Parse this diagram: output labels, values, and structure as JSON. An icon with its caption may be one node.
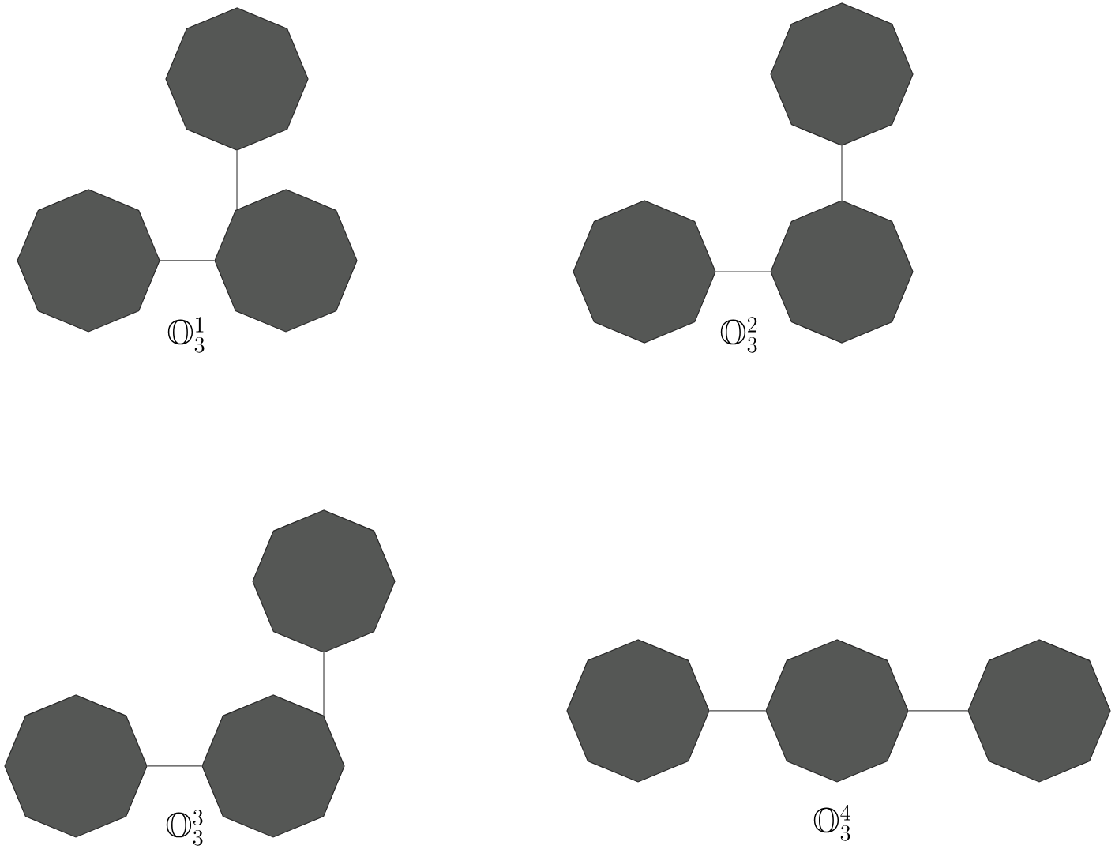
{
  "diagram": {
    "nodes": [
      {
        "text": [],
        "shape": "octagon"
      },
      {
        "text": [],
        "shape": "octagon"
      },
      {
        "text": [],
        "shape": "octagon"
      },
      {
        "text": [],
        "shape": "octagon"
      },
      {
        "text": [],
        "shape": "octagon"
      },
      {
        "text": [],
        "shape": "octagon"
      },
      {
        "text": [],
        "shape": "octagon"
      },
      {
        "text": [],
        "shape": "octagon"
      },
      {
        "text": [],
        "shape": "octagon"
      },
      {
        "text": [],
        "shape": "octagon"
      },
      {
        "text": [],
        "shape": "octagon"
      },
      {
        "text": [],
        "shape": "octagon"
      }
    ],
    "edges": [
      {
        "from": 0,
        "to": 2,
        "arrow": "none"
      },
      {
        "from": 1,
        "to": 2,
        "arrow": "none"
      },
      {
        "from": 3,
        "to": 5,
        "arrow": "none"
      },
      {
        "from": 4,
        "to": 5,
        "arrow": "none"
      },
      {
        "from": 6,
        "to": 8,
        "arrow": "none"
      },
      {
        "from": 7,
        "to": 8,
        "arrow": "none"
      },
      {
        "from": 9,
        "to": 10,
        "arrow": "none"
      },
      {
        "from": 10,
        "to": 11,
        "arrow": "none"
      }
    ],
    "labels": [
      "\\mathbb{O}^{1}_{3}",
      "\\mathbb{O}^{2}_{3}",
      "\\mathbb{O}^{3}_{3}",
      "\\mathbb{O}^{4}_{3}"
    ]
  }
}
